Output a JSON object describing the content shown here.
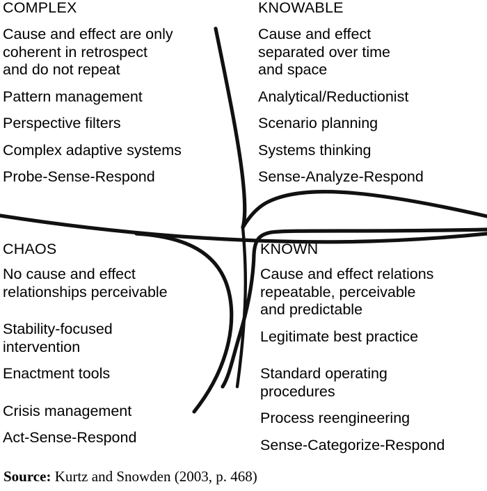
{
  "diagram": {
    "title": "Cynefin framework quadrants",
    "line_color": "#000000",
    "background_color": "#ffffff",
    "text_color": "#000000"
  },
  "quadrants": {
    "complex": {
      "title": "COMPLEX",
      "blocks": [
        [
          "Cause and effect are only",
          "coherent in retrospect",
          "and do not repeat"
        ],
        [
          "Pattern management"
        ],
        [
          "Perspective filters"
        ],
        [
          "Complex adaptive systems"
        ],
        [
          "Probe-Sense-Respond"
        ]
      ]
    },
    "knowable": {
      "title": "KNOWABLE",
      "blocks": [
        [
          "Cause and effect",
          "separated over time",
          "and space"
        ],
        [
          "Analytical/Reductionist"
        ],
        [
          "Scenario planning"
        ],
        [
          "Systems thinking"
        ],
        [
          "Sense-Analyze-Respond"
        ]
      ]
    },
    "chaos": {
      "title": "CHAOS",
      "blocks": [
        [
          "No cause and effect",
          "relationships perceivable"
        ],
        [
          "Stability-focused",
          "intervention"
        ],
        [
          "Enactment tools"
        ],
        [
          "Crisis management"
        ],
        [
          "Act-Sense-Respond"
        ]
      ]
    },
    "known": {
      "title": "KNOWN",
      "blocks": [
        [
          "Cause and effect relations",
          "repeatable, perceivable",
          "and predictable"
        ],
        [
          "Legitimate best practice"
        ],
        [
          "Standard operating",
          "procedures"
        ],
        [
          "Process reengineering"
        ],
        [
          "Sense-Categorize-Respond"
        ]
      ]
    }
  },
  "source": {
    "label": "Source:",
    "citation": " Kurtz and Snowden (2003, p. 468)"
  }
}
